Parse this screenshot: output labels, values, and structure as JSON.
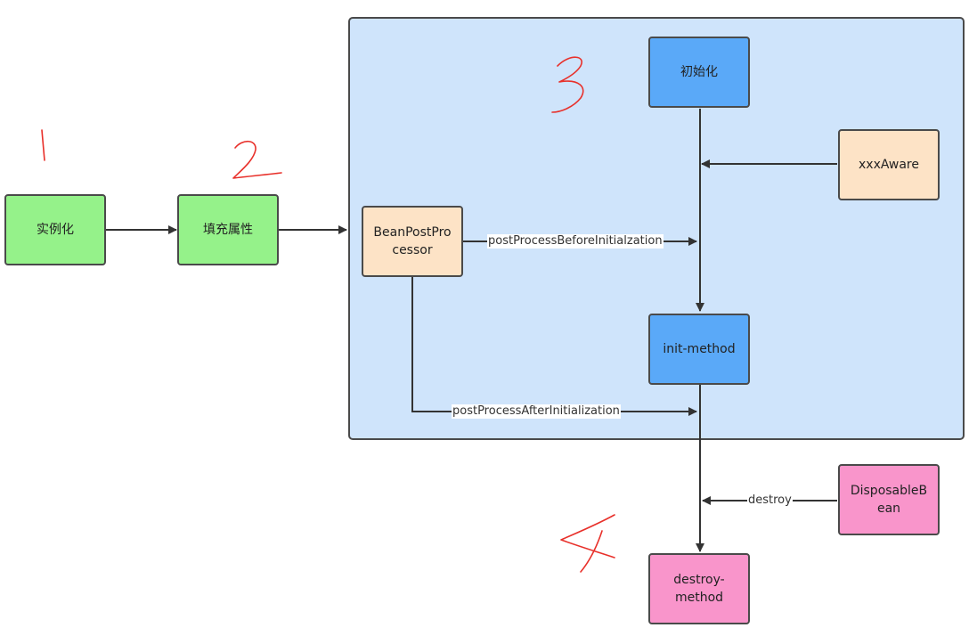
{
  "nodes": {
    "instantiate": "实例化",
    "populate": "填充属性",
    "initialize": "初始化",
    "aware": "xxxAware",
    "bpp": "BeanPostPro\ncessor",
    "init_method": "init-method",
    "disposable": "DisposableB\nean",
    "destroy_method": "destroy-\nmethod"
  },
  "edges": {
    "before_init": "postProcessBeforeInitialzation",
    "after_init": "postProcessAfterInitialization",
    "destroy": "destroy"
  },
  "annotations": {
    "step1": "1",
    "step2": "2",
    "step3": "3",
    "step4": "4"
  },
  "colors": {
    "green": "#95f28a",
    "peach": "#fde3c6",
    "blue": "#5aa9f8",
    "pink": "#f995cb",
    "container": "#cfe4fb",
    "handwriting": "#e8302a"
  }
}
